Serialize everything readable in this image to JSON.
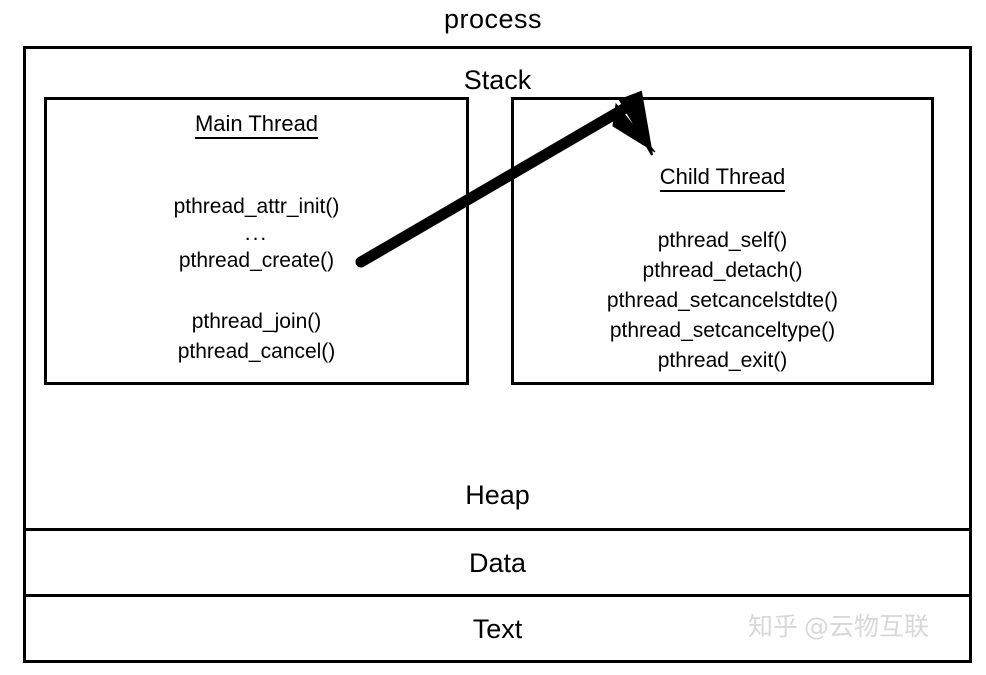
{
  "diagram": {
    "title": "process",
    "type": "memory-layout-diagram",
    "segments": {
      "stack_label": "Stack",
      "heap_label": "Heap",
      "data_label": "Data",
      "text_label": "Text"
    },
    "threads": [
      {
        "id": "main-thread",
        "title": "Main Thread",
        "groups": [
          [
            "pthread_attr_init()",
            "...",
            "pthread_create()"
          ],
          [
            "pthread_join()",
            "pthread_cancel()"
          ]
        ]
      },
      {
        "id": "child-thread",
        "title": "Child Thread",
        "groups": [
          [
            "pthread_self()",
            "pthread_detach()",
            "pthread_setcancelstdte()",
            "pthread_setcanceltype()",
            "pthread_exit()"
          ]
        ]
      }
    ],
    "arrow": {
      "name": "main-to-child-arrow",
      "from": "pthread_create()",
      "to": "Child Thread"
    },
    "colors": {
      "stroke": "#000000",
      "background": "#ffffff",
      "watermark": "#d8d8d8"
    }
  },
  "watermark": {
    "mark": "知乎",
    "handle": "@云物互联"
  }
}
